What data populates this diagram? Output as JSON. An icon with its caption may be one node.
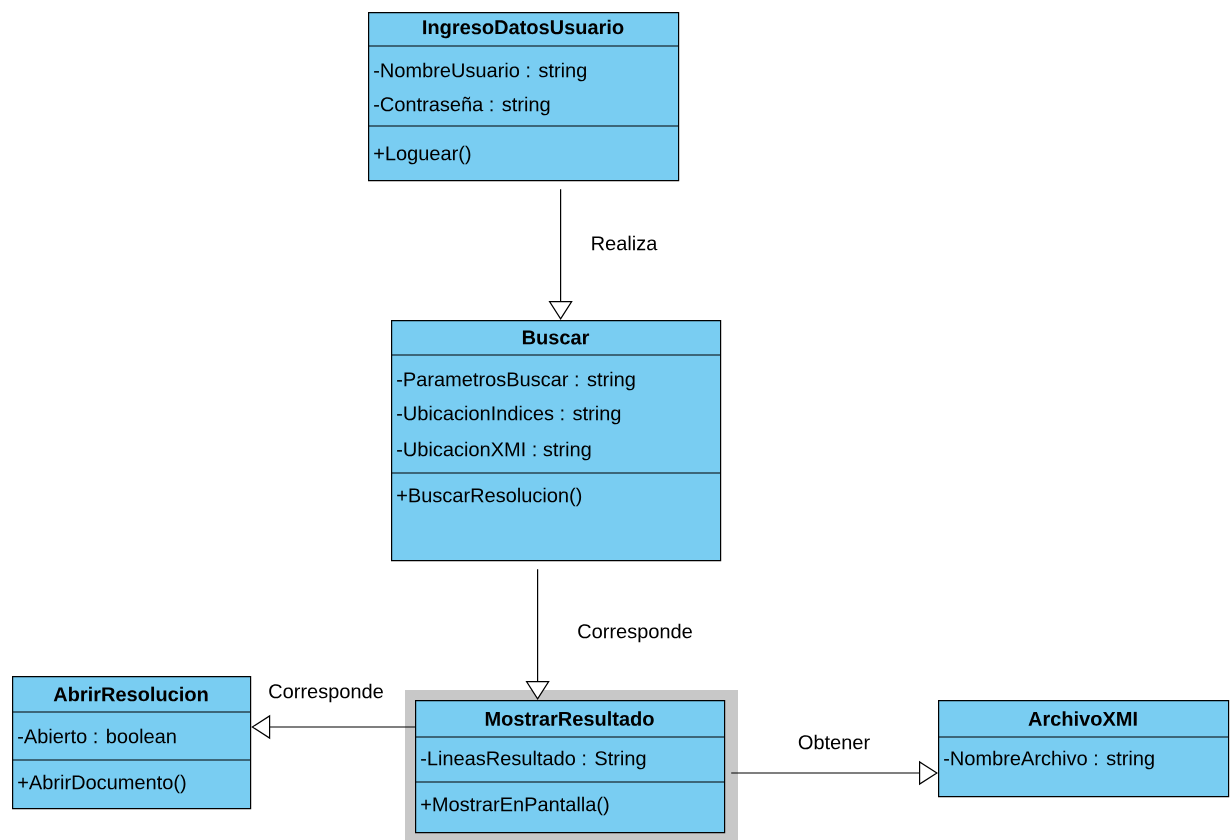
{
  "diagram": {
    "nodes": [
      {
        "text": [
          "IngresoDatosUsuario",
          "-NombreUsuario : string",
          "-Contraseña : string",
          "+Loguear()"
        ]
      },
      {
        "text": [
          "Buscar",
          "-ParametrosBuscar : string",
          "-UbicacionIndices : string",
          "-UbicacionXMI : string",
          "+BuscarResolucion()"
        ]
      },
      {
        "text": [
          "AbrirResolucion",
          "-Abierto : boolean",
          "+AbrirDocumento()"
        ]
      },
      {
        "text": [
          "MostrarResultado",
          "-LineasResultado : String",
          "+MostrarEnPantalla()"
        ]
      },
      {
        "text": [
          "ArchivoXMI",
          "-NombreArchivo : string"
        ]
      }
    ],
    "edges": [
      {
        "from": 0,
        "to": 1,
        "arrow": "to",
        "label": "Realiza"
      },
      {
        "from": 1,
        "to": 3,
        "arrow": "to",
        "label": "Corresponde"
      },
      {
        "from": 3,
        "to": 2,
        "arrow": "to",
        "label": "Corresponde"
      },
      {
        "from": 3,
        "to": 4,
        "arrow": "to",
        "label": "Obtener"
      }
    ]
  }
}
